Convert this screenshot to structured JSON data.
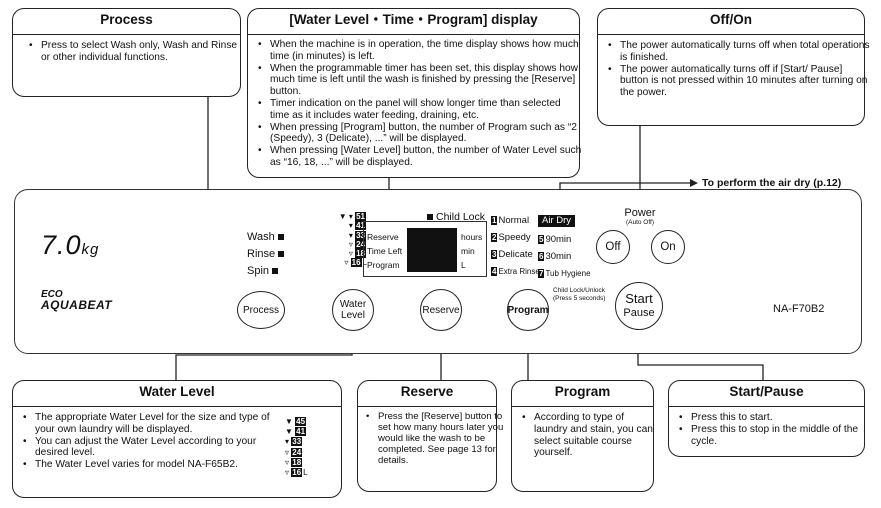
{
  "process": {
    "title": "Process",
    "items": [
      "Press to select Wash only, Wash and Rinse or other individual functions."
    ]
  },
  "display": {
    "title": "[Water Level・Time・Program] display",
    "items": [
      "When the machine is in operation, the time display shows how much time (in minutes) is left.",
      "When the programmable timer has been set, this display shows how much time is left until the wash is finished by pressing the [Reserve] button.",
      "Timer indication on the panel will show longer time than selected time as it includes water feeding, draining, etc.",
      "When pressing [Program] button, the number of Program such as “2 (Speedy), 3 (Delicate), ...” will be displayed.",
      "When pressing [Water Level] button, the number of Water Level such as “16, 18, ...” will be displayed."
    ]
  },
  "offon": {
    "title": "Off/On",
    "items": [
      "The power automatically turns off when total operations is finished.",
      "The power automatically turns off if [Start/ Pause] button is not pressed within 10 minutes after turning on the power."
    ]
  },
  "air_dry_note": "To perform the air dry (p.12)",
  "panel": {
    "capacity": "7.0",
    "capacity_unit": "kg",
    "brand_top": "ECO",
    "brand_bottom": "AQUABEAT",
    "model": "NA-F70B2",
    "cycle_labels": [
      "Wash",
      "Rinse",
      "Spin"
    ],
    "water_levels": [
      "51",
      "41",
      "33",
      "24",
      "18",
      "16"
    ],
    "water_unit": "L",
    "display_left": [
      "Reserve",
      "Time Left",
      "Program"
    ],
    "display_right": [
      "hours",
      "min",
      "L"
    ],
    "child_lock": "Child Lock",
    "programs_left": [
      {
        "num": "1",
        "label": "Normal"
      },
      {
        "num": "2",
        "label": "Speedy"
      },
      {
        "num": "3",
        "label": "Delicate"
      },
      {
        "num": "4",
        "label": "Extra Rinse"
      }
    ],
    "air_dry": "Air Dry",
    "programs_right": [
      {
        "num": "5",
        "label": "90min"
      },
      {
        "num": "6",
        "label": "30min"
      },
      {
        "num": "7",
        "label": "Tub Hygiene"
      }
    ],
    "power_label": "Power",
    "power_sub": "(Auto Off)",
    "off_button": "Off",
    "on_button": "On",
    "process_button": "Process",
    "water_button_1": "Water",
    "water_button_2": "Level",
    "reserve_button": "Reserve",
    "program_button": "Program",
    "child_lock_hint_1": "Child Lock/Unlock",
    "child_lock_hint_2": "(Press 5 seconds)",
    "start_1": "Start",
    "start_2": "Pause"
  },
  "water_level_box": {
    "title": "Water Level",
    "items": [
      "The appropriate Water Level for the size and type of your own laundry will be displayed.",
      "You can adjust the Water Level according to your desired level.",
      "The Water Level varies for model NA-F65B2."
    ],
    "levels": [
      "45",
      "41",
      "33",
      "24",
      "18",
      "16"
    ],
    "unit": "L"
  },
  "reserve_box": {
    "title": "Reserve",
    "items": [
      "Press the [Reserve] button to set how many hours later you would like the wash to be completed. See page 13 for details."
    ]
  },
  "program_box": {
    "title": "Program",
    "items": [
      "According to type of laundry and stain, you can select suitable course yourself."
    ]
  },
  "start_box": {
    "title": "Start/Pause",
    "items": [
      "Press this to start.",
      "Press this to stop in the middle of the cycle."
    ]
  }
}
